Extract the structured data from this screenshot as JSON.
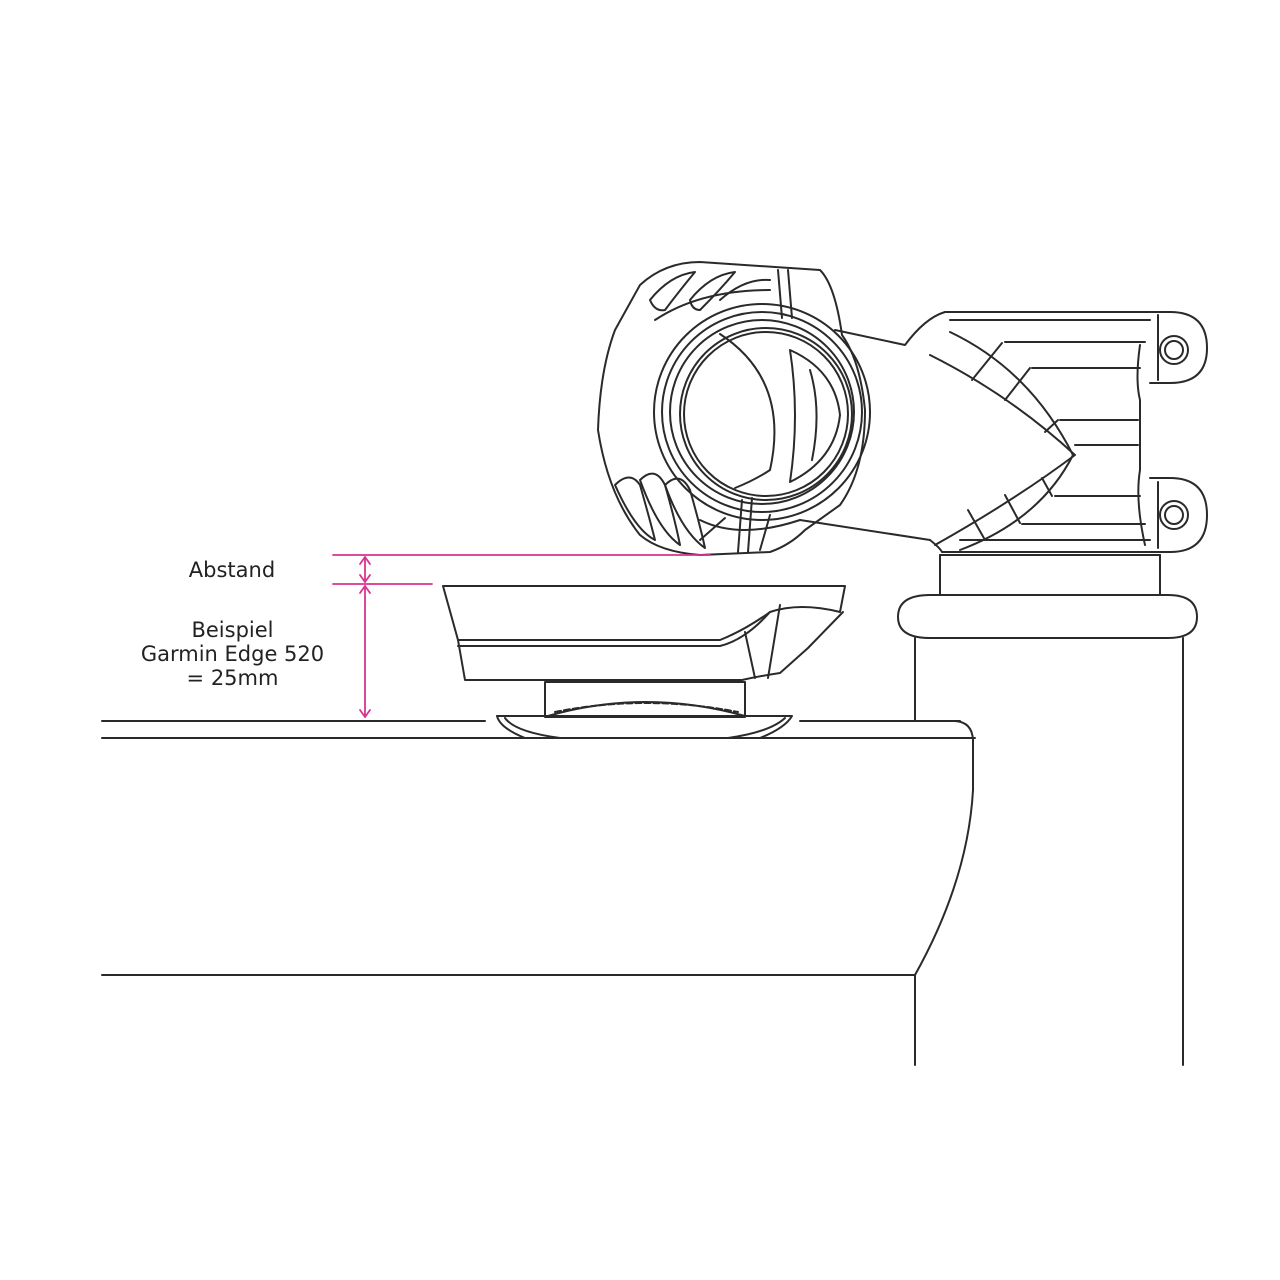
{
  "diagram": {
    "type": "technical-line-drawing",
    "subject": "Bike computer mount under stem — clearance illustration",
    "colors": {
      "line": "#2a2a2a",
      "dimension": "#d8338f",
      "background": "#ffffff"
    },
    "annotations": {
      "gap_label": "Abstand",
      "example_line1": "Beispiel",
      "example_line2": "Garmin Edge 520",
      "example_line3": "= 25mm"
    },
    "components": [
      {
        "id": "stem-clamp",
        "label": "Handlebar clamp (stem front)"
      },
      {
        "id": "stem-body",
        "label": "Stem body"
      },
      {
        "id": "steerer-spacer",
        "label": "Steerer spacer / headset"
      },
      {
        "id": "bike-computer",
        "label": "Bike computer (Garmin Edge 520)"
      },
      {
        "id": "mount",
        "label": "Computer mount"
      },
      {
        "id": "handlebar",
        "label": "Handlebar / top tube"
      },
      {
        "id": "dimension-gap",
        "label": "Gap dimension arrow"
      },
      {
        "id": "dimension-height",
        "label": "Device height dimension arrow"
      }
    ]
  }
}
